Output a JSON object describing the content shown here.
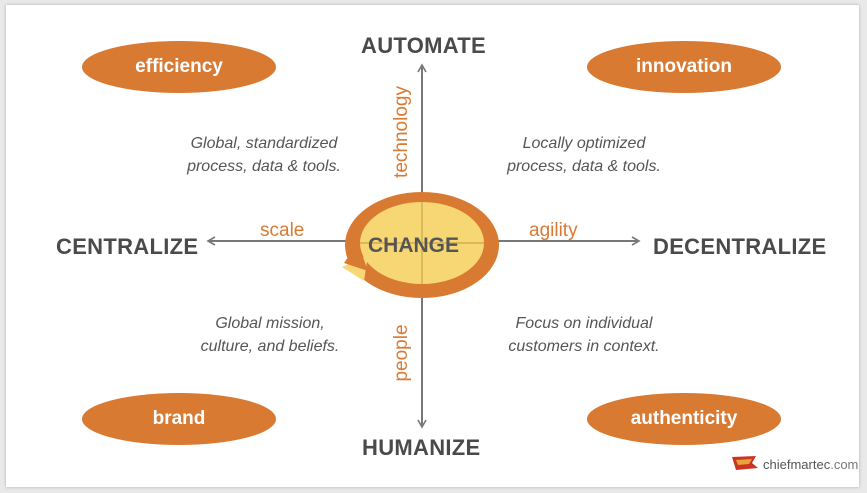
{
  "poles": {
    "top": "AUTOMATE",
    "bottom": "HUMANIZE",
    "left": "CENTRALIZE",
    "right": "DECENTRALIZE"
  },
  "ovals": {
    "top_left": "efficiency",
    "top_right": "innovation",
    "bottom_left": "brand",
    "bottom_right": "authenticity"
  },
  "descriptions": {
    "top_left": [
      "Global, standardized",
      "process, data & tools."
    ],
    "top_right": [
      "Locally optimized",
      "process, data & tools."
    ],
    "bottom_left": [
      "Global mission,",
      "culture, and beliefs."
    ],
    "bottom_right": [
      "Focus on individual",
      "customers in context."
    ]
  },
  "axis_labels": {
    "up": "technology",
    "down": "people",
    "left": "scale",
    "right": "agility"
  },
  "center": "CHANGE",
  "brand": {
    "name": "chiefmartec",
    "domain": ".com"
  },
  "colors": {
    "accent": "#d97a33",
    "center_fill": "#f7d774",
    "axis": "#777777",
    "pole_text": "#4a4a4a"
  }
}
